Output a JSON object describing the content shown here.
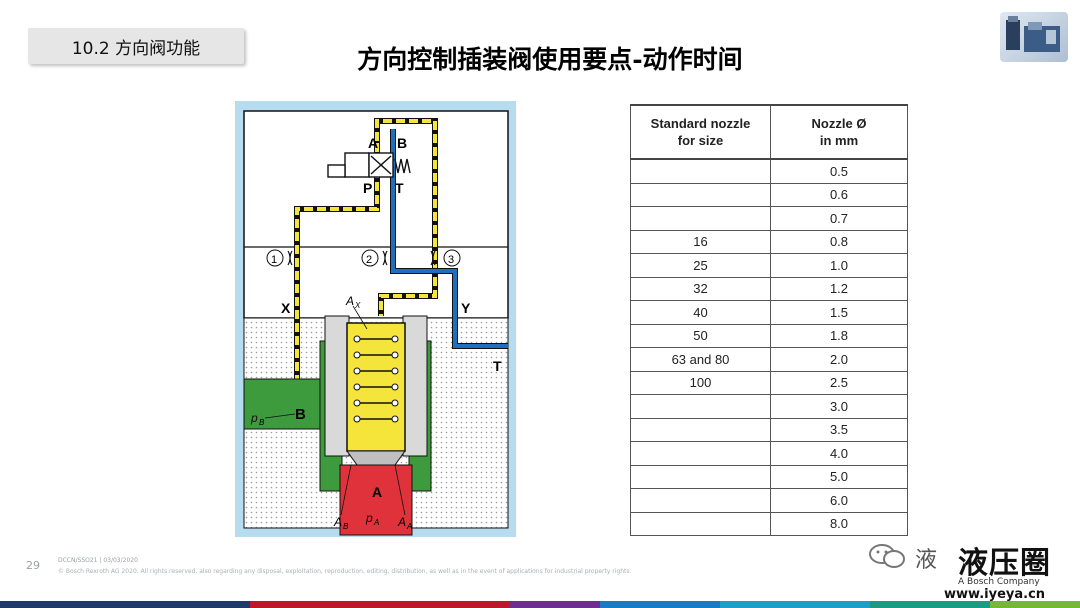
{
  "header": {
    "section_tag": "10.2 方向阀功能",
    "title": "方向控制插装阀使用要点-动作时间"
  },
  "diagram": {
    "labels": {
      "port_a_top": "A",
      "port_b_top": "B",
      "port_p": "P",
      "port_t_valve": "T",
      "orifice_1": "1",
      "orifice_2": "2",
      "orifice_3": "3",
      "port_x": "X",
      "port_y": "Y",
      "port_t_right": "T",
      "area_ax": "A",
      "area_ax_sub": "X",
      "pressure_pb": "p",
      "pressure_pb_sub": "B",
      "port_b_main": "B",
      "port_a_main": "A",
      "area_ab": "A",
      "area_ab_sub": "B",
      "pressure_pa": "p",
      "pressure_pa_sub": "A",
      "area_aa": "A",
      "area_aa_sub": "A"
    },
    "colors": {
      "panel": "#b8dcef",
      "yellow": "#f5e53a",
      "blue": "#1f6fc0",
      "green": "#3d9a3d",
      "red": "#e0323a"
    }
  },
  "table": {
    "headers": [
      [
        "Standard nozzle",
        "for size"
      ],
      [
        "Nozzle Ø",
        "in mm"
      ]
    ],
    "rows": [
      [
        "",
        "0.5"
      ],
      [
        "",
        "0.6"
      ],
      [
        "",
        "0.7"
      ],
      [
        "16",
        "0.8"
      ],
      [
        "25",
        "1.0"
      ],
      [
        "32",
        "1.2"
      ],
      [
        "40",
        "1.5"
      ],
      [
        "50",
        "1.8"
      ],
      [
        "63 and 80",
        "2.0"
      ],
      [
        "100",
        "2.5"
      ],
      [
        "",
        "3.0"
      ],
      [
        "",
        "3.5"
      ],
      [
        "",
        "4.0"
      ],
      [
        "",
        "5.0"
      ],
      [
        "",
        "6.0"
      ],
      [
        "",
        "8.0"
      ]
    ]
  },
  "footer": {
    "page_number": "29",
    "line1": "DCCN/SSO21 | 03/03/2020",
    "line2": "© Bosch Rexroth AG 2020. All rights reserved, also regarding any disposal, exploitation, reproduction, editing, distribution, as well as in the event of applications for industrial property rights."
  },
  "watermark": {
    "wechat_text": "液",
    "big_text": "液压圈",
    "bosch_sub": "A Bosch Company",
    "site": "www.iyeya.cn"
  },
  "bottom_bar_colors": [
    "#1f3a68",
    "#c0152a",
    "#6f2f8f",
    "#1a7ac0",
    "#19a0c5",
    "#1c9a82",
    "#78b63a"
  ]
}
